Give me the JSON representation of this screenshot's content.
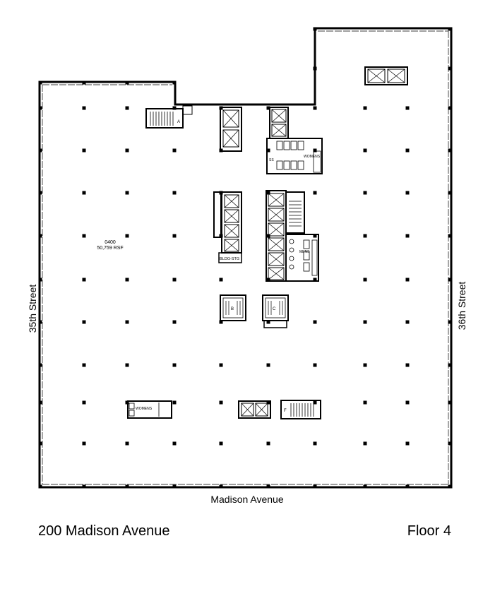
{
  "plan": {
    "suite_number": "0400",
    "suite_area": "50,759 RSF",
    "streets": {
      "bottom": "Madison Avenue",
      "left": "35th Street",
      "right": "36th Street"
    },
    "rooms": {
      "womens_upper": "WOMENS",
      "mens": "MENS",
      "womens_lower": "WOMENS",
      "building_storage": "BLDG-STG",
      "slop_sink": "SS",
      "stair_a": "A",
      "stair_b": "B",
      "stair_c": "C",
      "stair_f": "F"
    }
  },
  "footer": {
    "building": "200 Madison Avenue",
    "floor": "Floor 4"
  }
}
